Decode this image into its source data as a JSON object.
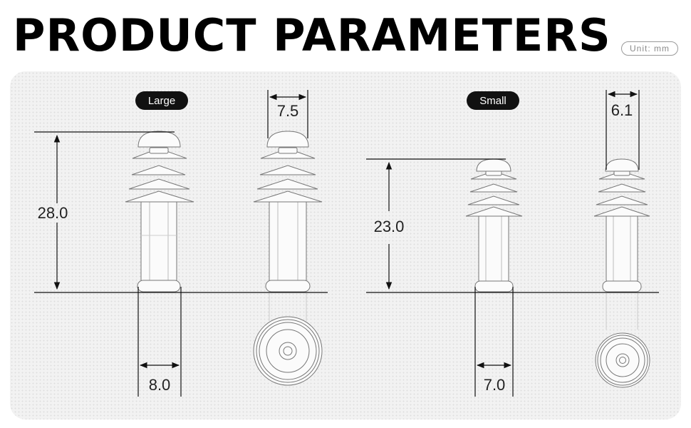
{
  "title": "PRODUCT PARAMETERS",
  "unit": "Unit: mm",
  "large": {
    "label": "Large",
    "height": "28.0",
    "head_width": "7.5",
    "stem_width": "8.0"
  },
  "small": {
    "label": "Small",
    "height": "23.0",
    "head_width": "6.1",
    "stem_width": "7.0"
  }
}
